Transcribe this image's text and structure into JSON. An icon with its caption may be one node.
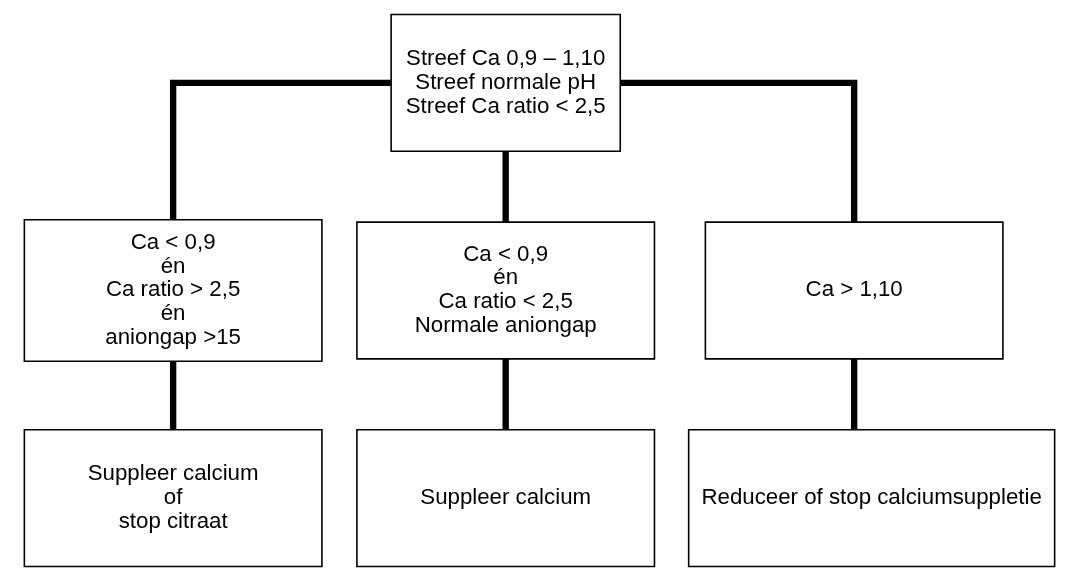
{
  "diagram": {
    "nodes": [
      {
        "text": [
          "Streef Ca 0,9 – 1,10",
          "Streef normale pH",
          "Streef Ca ratio < 2,5"
        ]
      },
      {
        "text": [
          "Ca < 0,9",
          "én",
          "Ca ratio > 2,5",
          "én",
          "aniongap >15"
        ]
      },
      {
        "text": [
          "Ca < 0,9",
          "én",
          "Ca ratio < 2,5",
          "Normale aniongap"
        ]
      },
      {
        "text": [
          "Ca > 1,10"
        ]
      },
      {
        "text": [
          "Suppleer calcium",
          "of",
          "stop citraat"
        ]
      },
      {
        "text": [
          "Suppleer calcium"
        ]
      },
      {
        "text": [
          "Reduceer of stop calciumsuppletie"
        ]
      }
    ],
    "edges": [
      {
        "from": 0,
        "to": 1,
        "arrow": "none"
      },
      {
        "from": 0,
        "to": 2,
        "arrow": "none"
      },
      {
        "from": 0,
        "to": 3,
        "arrow": "none"
      },
      {
        "from": 1,
        "to": 4,
        "arrow": "none"
      },
      {
        "from": 2,
        "to": 5,
        "arrow": "none"
      },
      {
        "from": 3,
        "to": 6,
        "arrow": "none"
      }
    ]
  }
}
